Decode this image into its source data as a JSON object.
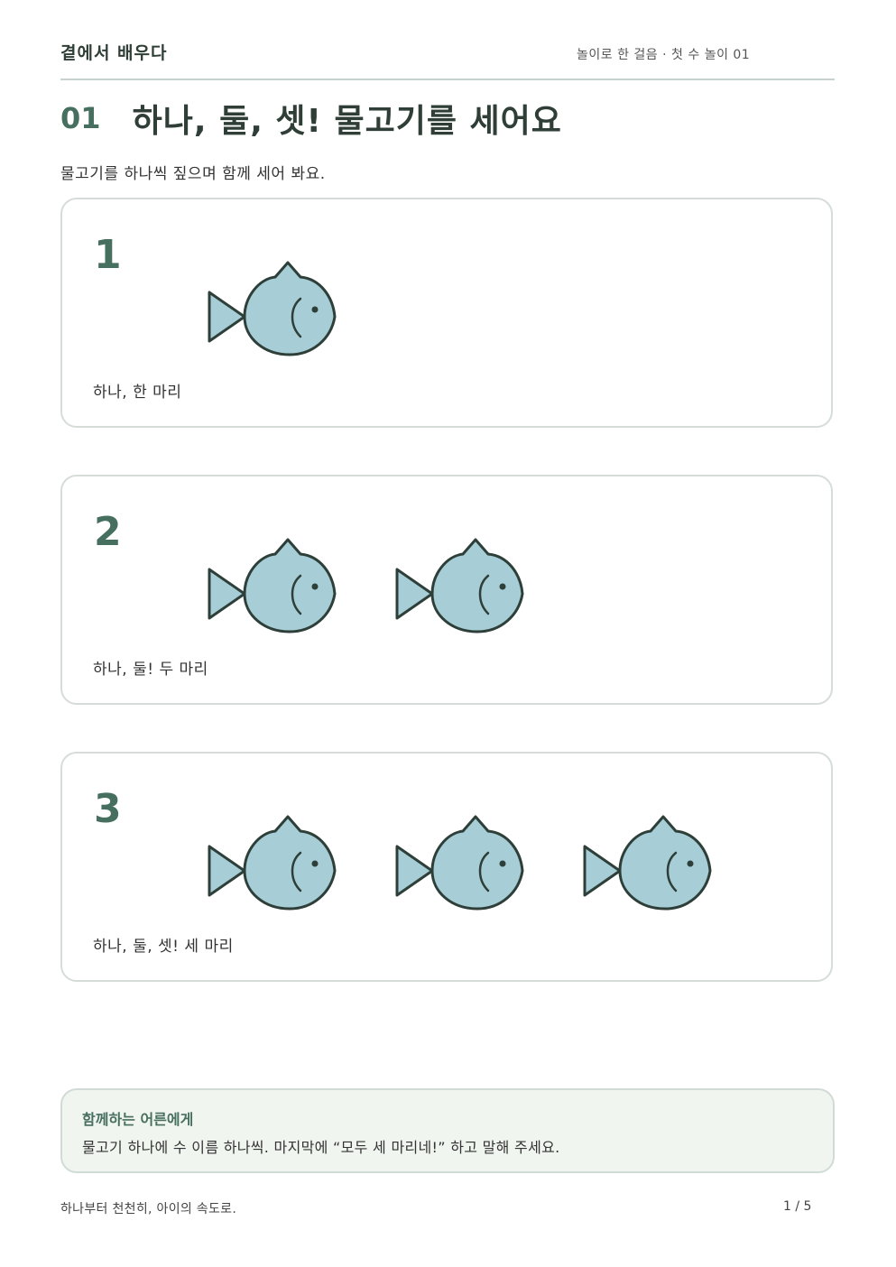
{
  "header": {
    "brand": "곁에서 배우다",
    "series": "놀이로 한 걸음 · 첫 수 놀이 01"
  },
  "lesson": {
    "number": "01",
    "title": "하나, 둘, 셋! 물고기를 세어요",
    "intro": "물고기를 하나씩 짚으며 함께 세어 봐요."
  },
  "cards": [
    {
      "number": "1",
      "fish_count": 1,
      "caption": "하나, 한 마리"
    },
    {
      "number": "2",
      "fish_count": 2,
      "caption": "하나, 둘! 두 마리"
    },
    {
      "number": "3",
      "fish_count": 3,
      "caption": "하나, 둘, 셋! 세 마리"
    }
  ],
  "note": {
    "title": "함께하는 어른에게",
    "text": "물고기 하나에 수 이름 하나씩. 마지막에 “모두 세 마리네!” 하고 말해 주세요."
  },
  "footer": {
    "tagline": "하나부터 천천히, 아이의 속도로.",
    "page": "1 / 5"
  },
  "colors": {
    "accent": "#466f5f",
    "fish_fill": "#a7cdd6",
    "fish_stroke": "#2e3f39"
  },
  "icons": {
    "fish": "fish-icon"
  }
}
